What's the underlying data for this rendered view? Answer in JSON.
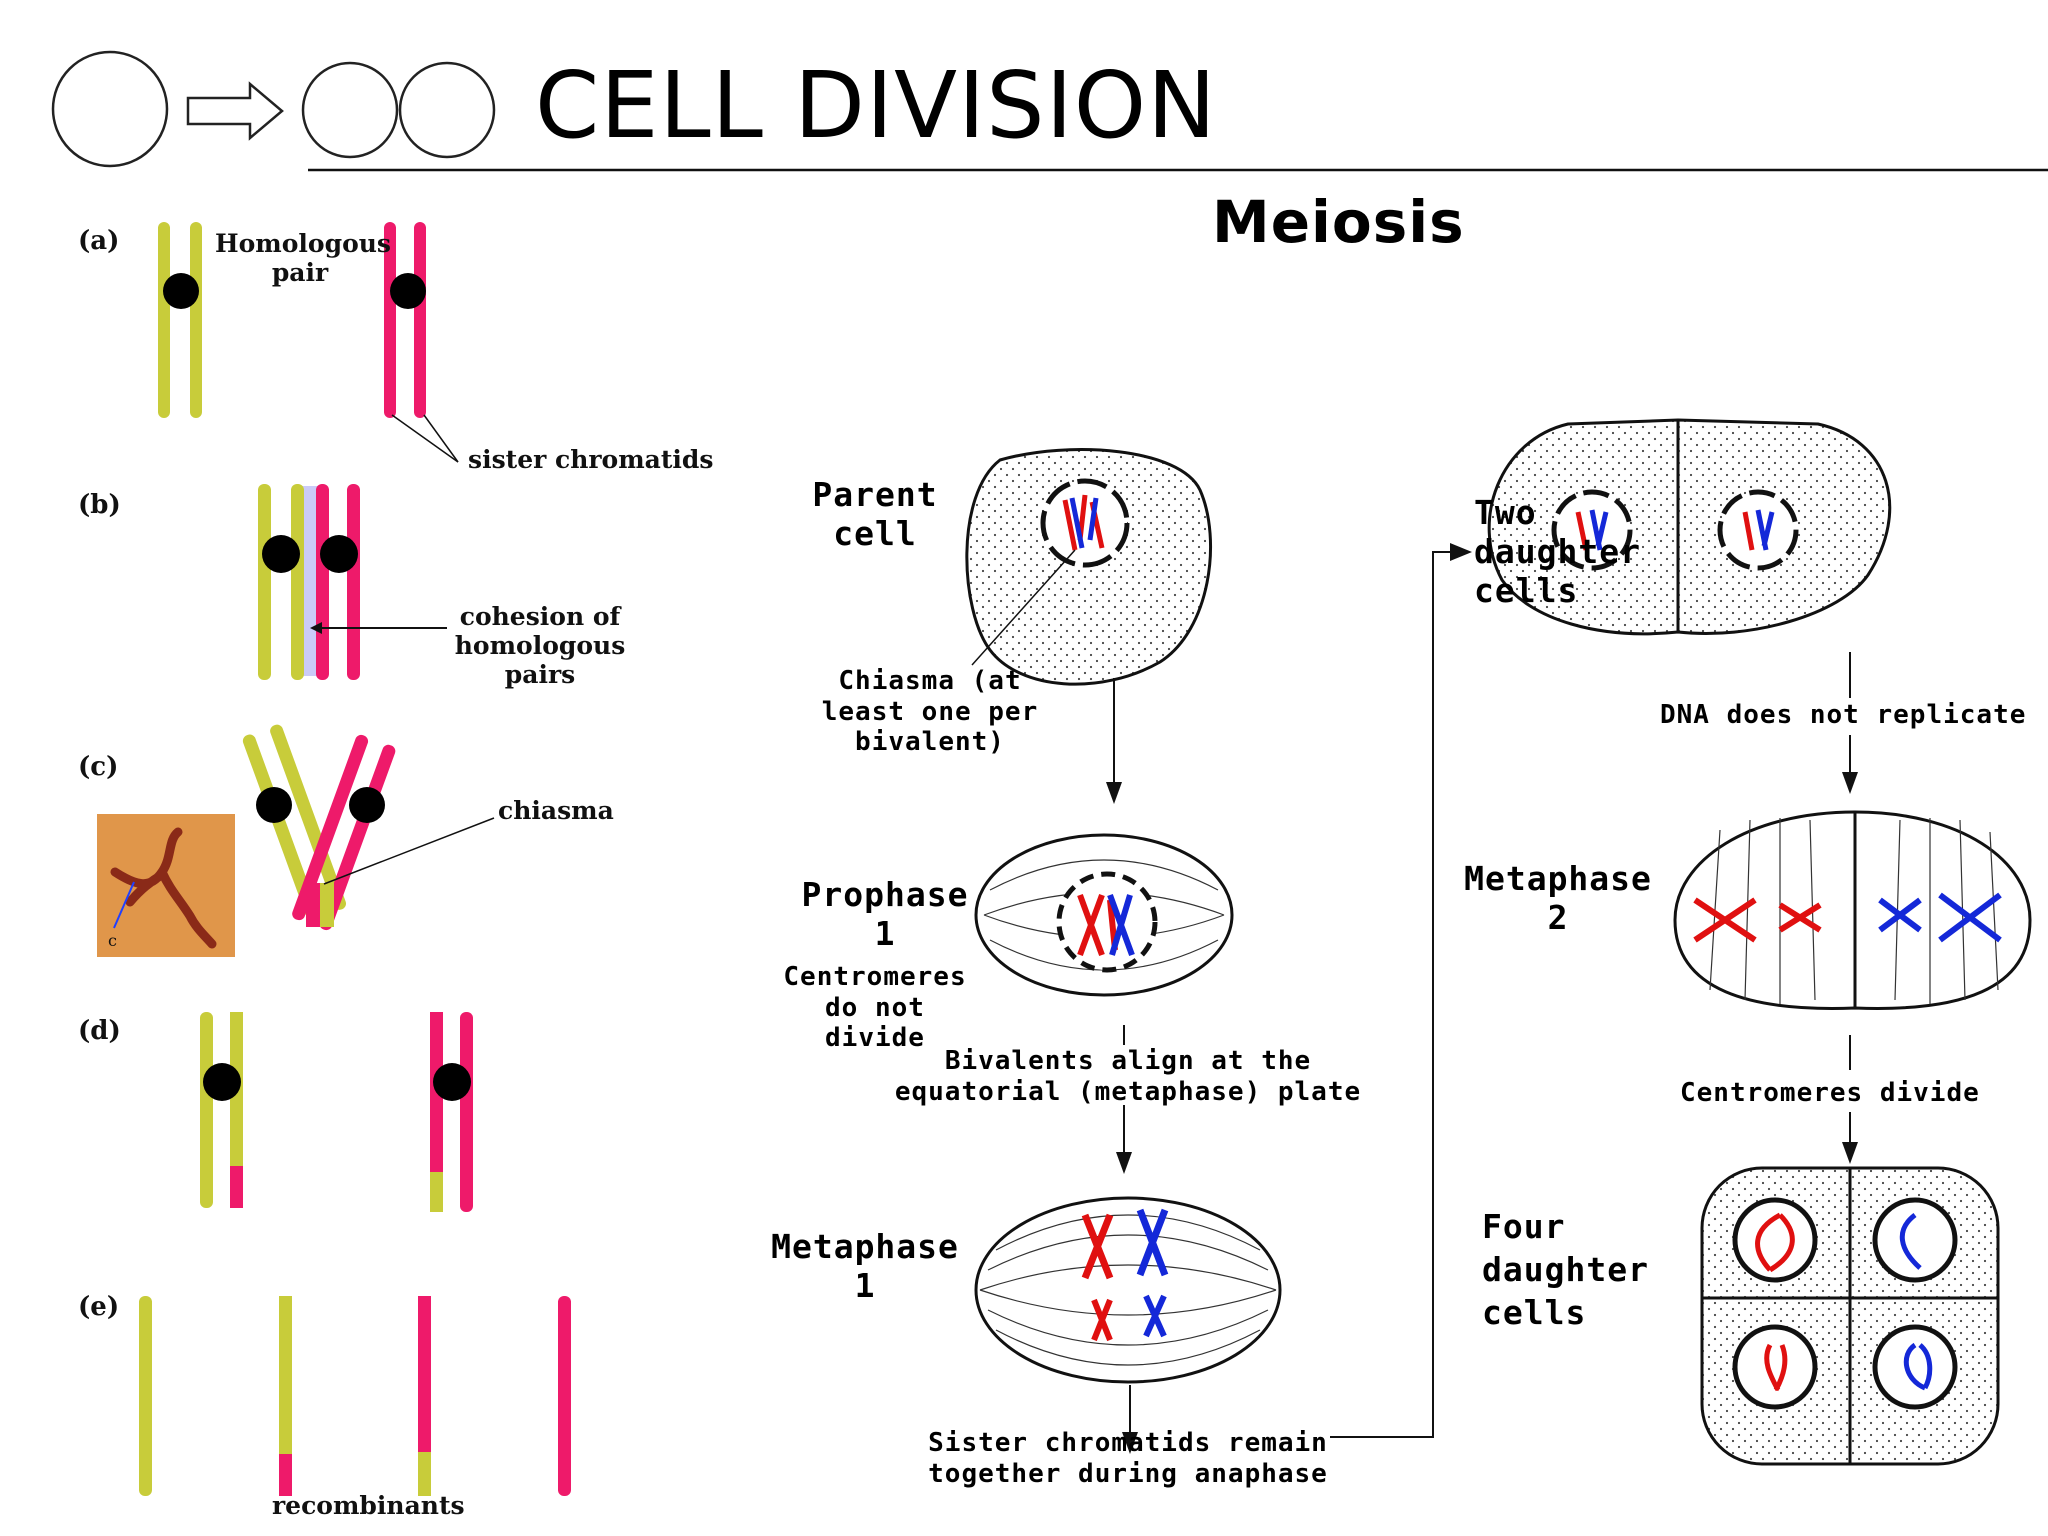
{
  "title": "CELL DIVISION",
  "meiosis_title": "Meiosis",
  "colors": {
    "yellow_chromosome": "#c8cc3a",
    "pink_chromosome": "#ee1a6a",
    "red_chromosome": "#e01010",
    "blue_chromosome": "#1428d8",
    "photo_bg": "#e0964a"
  },
  "crossing_over": {
    "panels": [
      "(a)",
      "(b)",
      "(c)",
      "(d)",
      "(e)"
    ],
    "homologous_pair": "Homologous pair",
    "sister_chromatids": "sister chromatids",
    "cohesion": "cohesion of homologous pairs",
    "chiasma": "chiasma",
    "photo_marker": "c",
    "recombinants": "recombinants"
  },
  "meiosis": {
    "parent_cell": "Parent cell",
    "chiasma_note": "Chiasma (at least one per bivalent)",
    "prophase": "Prophase 1",
    "centromeres_not": "Centromeres do not divide",
    "bivalents_align": "Bivalents align at the equatorial (metaphase) plate",
    "metaphase1": "Metaphase 1",
    "sister_remain": "Sister chromatids remain together during anaphase",
    "two_daughter": "Two daughter cells",
    "dna_not": "DNA does not replicate",
    "metaphase2": "Metaphase 2",
    "centromeres_divide": "Centromeres divide",
    "four_daughter": "Four daughter cells"
  }
}
